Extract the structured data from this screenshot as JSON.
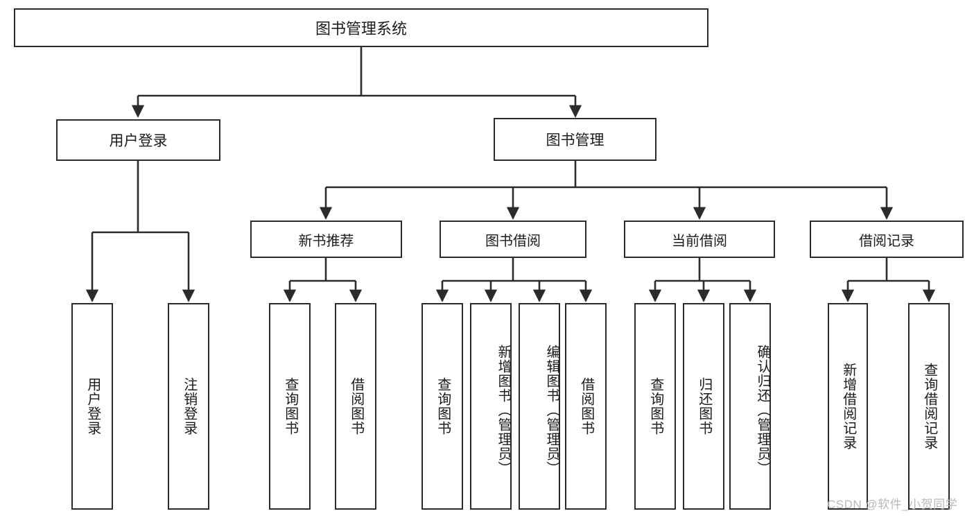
{
  "diagram": {
    "title": "图书管理系统",
    "type": "hierarchy-tree",
    "line_color": "#2b2b2b",
    "box_fill": "#ffffff",
    "text_color": "#1b1b1b",
    "root": {
      "label": "图书管理系统"
    },
    "level1": [
      {
        "label": "用户登录"
      },
      {
        "label": "图书管理"
      }
    ],
    "level2": [
      {
        "label": "新书推荐"
      },
      {
        "label": "图书借阅"
      },
      {
        "label": "当前借阅"
      },
      {
        "label": "借阅记录"
      }
    ],
    "leaves": [
      {
        "label": "用户登录"
      },
      {
        "label": "注销登录"
      },
      {
        "label": "查询图书"
      },
      {
        "label": "借阅图书"
      },
      {
        "label": "查询图书"
      },
      {
        "label": "新增图书（管理员）"
      },
      {
        "label": "编辑图书（管理员）"
      },
      {
        "label": "借阅图书"
      },
      {
        "label": "查询图书"
      },
      {
        "label": "归还图书"
      },
      {
        "label": "确认归还（管理员）"
      },
      {
        "label": "新增借阅记录"
      },
      {
        "label": "查询借阅记录"
      }
    ]
  },
  "watermark": {
    "text": "CSDN @软件_小贺同学",
    "color": "#b9b9b9"
  }
}
